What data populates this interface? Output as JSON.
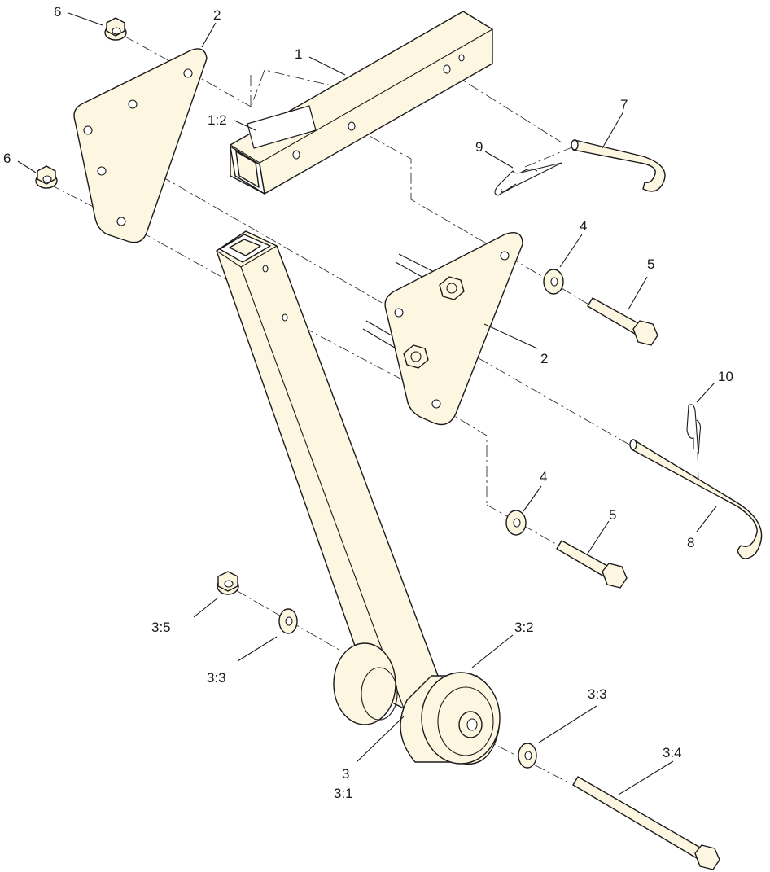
{
  "diagram": {
    "callouts": {
      "c1": "1",
      "c1_2": "1:2",
      "c2_top": "2",
      "c2_right": "2",
      "c3": "3",
      "c3_1": "3:1",
      "c3_2": "3:2",
      "c3_3_left": "3:3",
      "c3_3_right": "3:3",
      "c3_4": "3:4",
      "c3_5": "3:5",
      "c4_top": "4",
      "c4_bottom": "4",
      "c5_top": "5",
      "c5_bottom": "5",
      "c6_top": "6",
      "c6_left": "6",
      "c7": "7",
      "c8": "8",
      "c9": "9",
      "c10": "10"
    },
    "colors": {
      "part_fill": "#fdf6e0",
      "line": "#1a1a1a",
      "background": "#ffffff"
    }
  }
}
